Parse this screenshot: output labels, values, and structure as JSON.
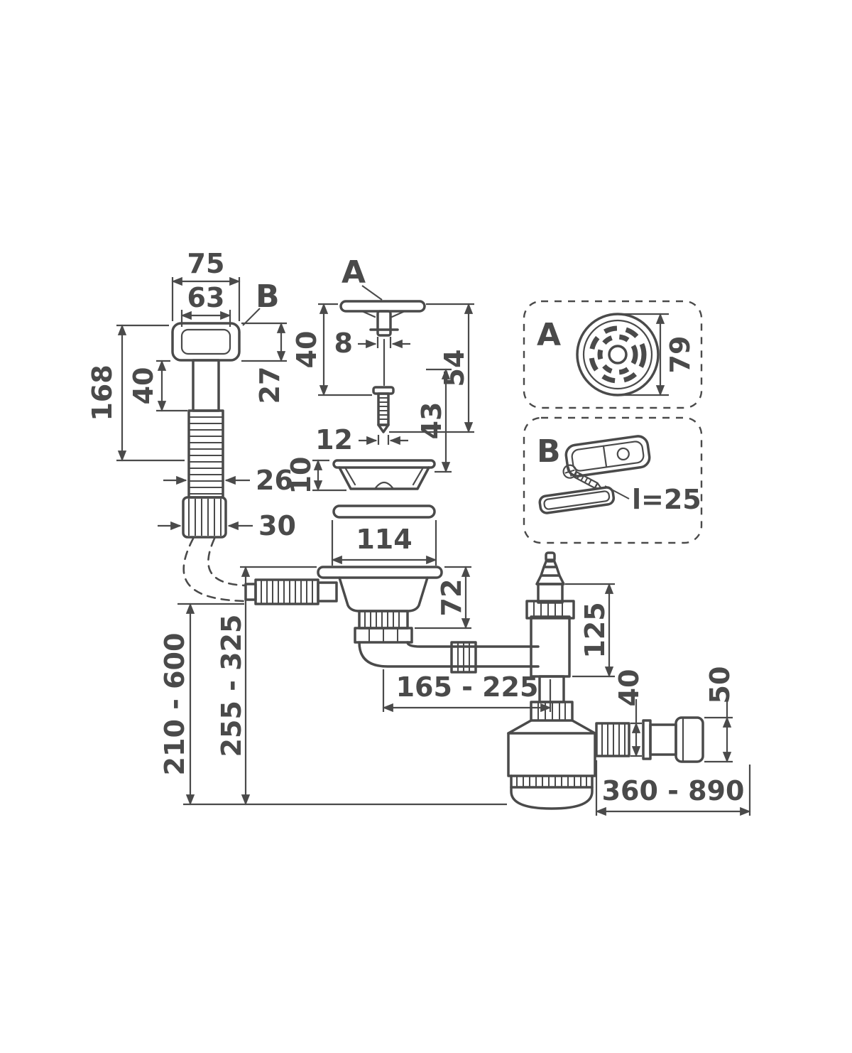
{
  "style": {
    "ink": "#4a4a4a",
    "background": "#ffffff"
  },
  "overflow": {
    "outer_width": "75",
    "inner_width": "63",
    "callout": "B",
    "total_height": "168",
    "drop": "40",
    "head_depth": "27",
    "hose_diameter": "26",
    "nut_diameter": "30"
  },
  "plug": {
    "callout": "A",
    "pin_width": "8",
    "cap_drop": "40",
    "height_a": "54",
    "height_b": "43",
    "screw_length": "12",
    "basket_height": "10",
    "flange_diameter": "114"
  },
  "detail_a": {
    "label": "A",
    "cover_diameter": "79"
  },
  "detail_b": {
    "label": "B",
    "screw_note": "l=25"
  },
  "trap": {
    "cup_height": "72",
    "inlet_height": "125",
    "offset_range": "165 - 225",
    "hose_length_range": "210 - 600",
    "trap_height_range": "255 - 325",
    "outlet_diameter_small": "40",
    "outlet_diameter_large": "50",
    "outlet_length_range": "360 - 890"
  }
}
